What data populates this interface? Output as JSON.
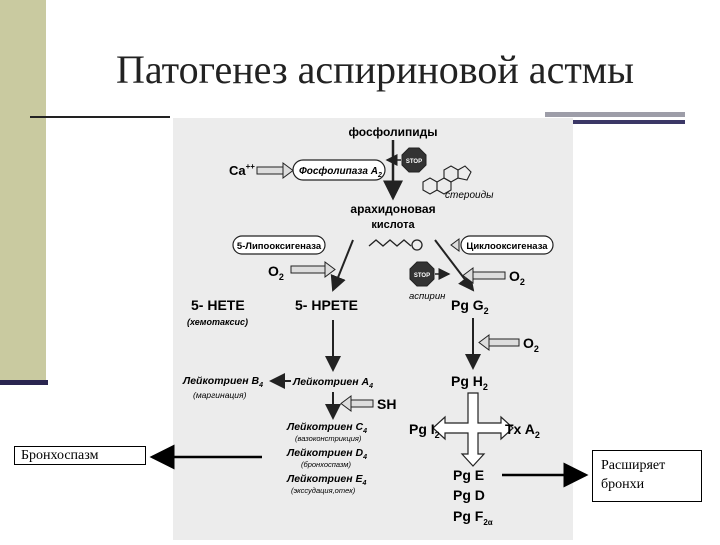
{
  "title": "Патогенез аспириновой астмы",
  "notes": {
    "left": "Бронхоспазм",
    "right_line1": "Расширяет",
    "right_line2": "бронхи"
  },
  "diagram": {
    "phospholipids": "фосфолипиды",
    "ca": "Ca",
    "ca_sup": "++",
    "pla2": "Фосфолипаза A",
    "pla2_sub": "2",
    "stop": "STOP",
    "steroids": "стероиды",
    "arachidonic_1": "арахидоновая",
    "arachidonic_2": "кислота",
    "lipoxygenase": "5-Липооксигеназа",
    "cyclooxygenase": "Циклооксигеназа",
    "o2": "O",
    "o2_sub": "2",
    "aspirin": "аспирин",
    "hete": "5- HETE",
    "hete_note": "(хемотаксис)",
    "hpete": "5- HPETE",
    "pgg": "Pg G",
    "pgg_sub": "2",
    "ltb": "Лейкотриен B",
    "ltb_sub": "4",
    "ltb_note": "(маргинация)",
    "lta": "Лейкотриен A",
    "lta_sub": "4",
    "pgh": "Pg H",
    "pgh_sub": "2",
    "sh": "SH",
    "ltc": "Лейкотриен C",
    "ltc_sub": "4",
    "ltc_note": "(вазоконстрикция)",
    "ltd": "Лейкотриен D",
    "ltd_sub": "4",
    "ltd_note": "(бронхоспазм)",
    "lte": "Лейкотриен E",
    "lte_sub": "4",
    "lte_note": "(экссудация,отек)",
    "pgi": "Pg I",
    "pgi_sub": "2",
    "txa": "Tx A",
    "txa_sub": "2",
    "pge": "Pg E",
    "pgd": "Pg D",
    "pgf": "Pg F",
    "pgf_sub": "2α"
  }
}
